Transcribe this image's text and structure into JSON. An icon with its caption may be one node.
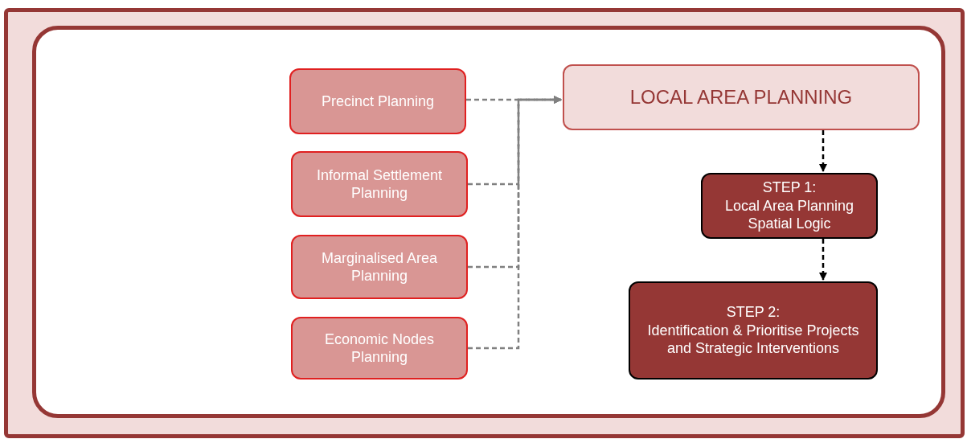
{
  "diagram": {
    "nodes": [
      {
        "text": [
          "Precinct Planning"
        ]
      },
      {
        "text": [
          "Informal Settlement Planning"
        ]
      },
      {
        "text": [
          "Marginalised Area Planning"
        ]
      },
      {
        "text": [
          "Economic Nodes Planning"
        ]
      },
      {
        "text": [
          "LOCAL AREA PLANNING"
        ]
      },
      {
        "text": [
          "STEP 1:",
          "Local Area Planning Spatial Logic"
        ]
      },
      {
        "text": [
          "STEP 2:",
          "Identification & Prioritise Projects and Strategic Interventions"
        ]
      }
    ],
    "edges": [
      {
        "from": 0,
        "to": 4,
        "arrow": "to",
        "style": "dashed"
      },
      {
        "from": 1,
        "to": 4,
        "arrow": "to",
        "style": "dashed"
      },
      {
        "from": 2,
        "to": 4,
        "arrow": "to",
        "style": "dashed"
      },
      {
        "from": 3,
        "to": 4,
        "arrow": "to",
        "style": "dashed"
      },
      {
        "from": 4,
        "to": 5,
        "arrow": "to",
        "style": "dashed",
        "color": "#000000"
      },
      {
        "from": 5,
        "to": 6,
        "arrow": "to",
        "style": "dashed",
        "color": "#000000"
      }
    ]
  }
}
